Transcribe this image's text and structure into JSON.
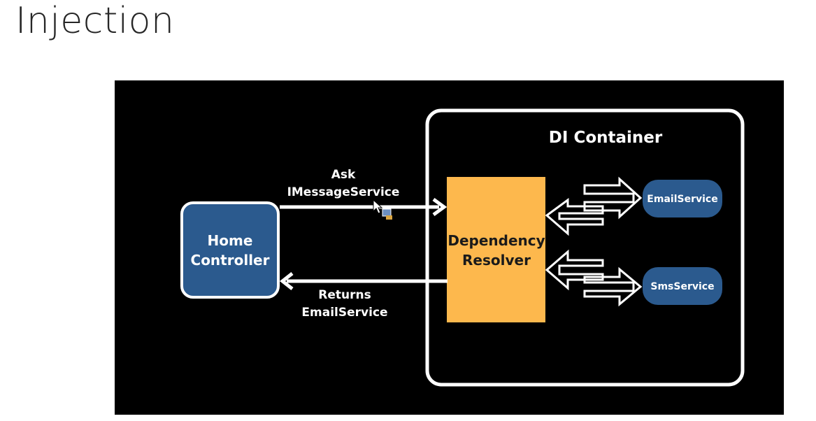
{
  "slide": {
    "title": "Injection"
  },
  "diagram": {
    "container_title": "DI Container",
    "home_controller": {
      "line1": "Home",
      "line2": "Controller"
    },
    "resolver": {
      "line1": "Dependency",
      "line2": "Resolver"
    },
    "services": {
      "email": "EmailService",
      "sms": "SmsService"
    },
    "request": {
      "line1": "Ask",
      "line2": "IMessageService"
    },
    "response": {
      "line1": "Returns",
      "line2": "EmailService"
    }
  },
  "colors": {
    "background": "#000000",
    "node_blue": "#2b5a8e",
    "resolver_orange": "#fdb84d",
    "stroke": "#ffffff"
  }
}
